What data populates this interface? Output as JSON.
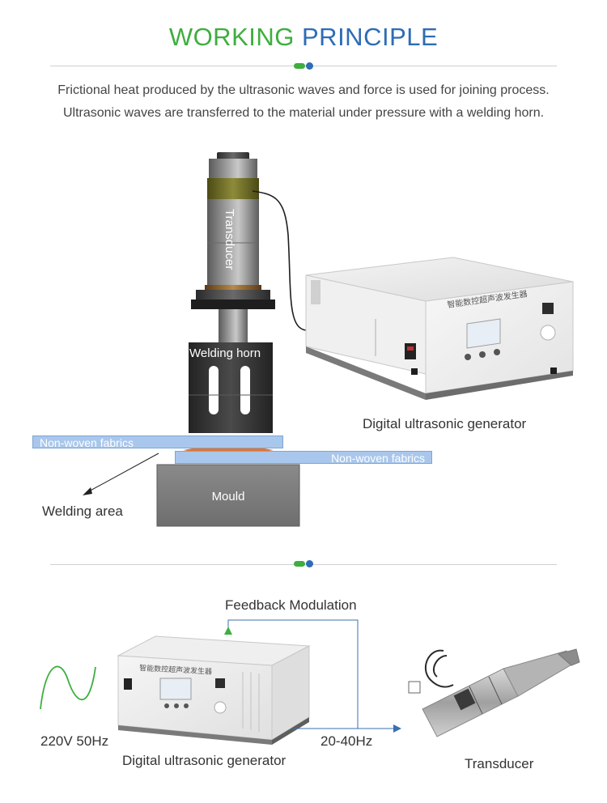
{
  "header": {
    "title_part1": "WORKING",
    "title_part2": "PRINCIPLE"
  },
  "description": {
    "line1": "Frictional heat produced by the ultrasonic waves and force is used for joining process.",
    "line2": "Ultrasonic waves are transferred to the material under pressure with a welding horn."
  },
  "diagram1": {
    "transducer_label": "Transducer",
    "horn_label": "Welding horn",
    "generator_label": "Digital ultrasonic generator",
    "generator_panel_text": "智能数控超声波发生器",
    "fabric_top_label": "Non-woven fabrics",
    "fabric_bottom_label": "Non-woven fabrics",
    "mould_label": "Mould",
    "welding_area_label": "Welding area"
  },
  "diagram2": {
    "feedback_label": "Feedback Modulation",
    "input_label": "220V 50Hz",
    "frequency_label": "20-40Hz",
    "generator_label": "Digital ultrasonic generator",
    "generator_panel_text": "智能数控超声波发生器",
    "transducer_label": "Transducer"
  },
  "colors": {
    "title_green": "#3fae3f",
    "title_blue": "#2d6db5",
    "flow_line_blue": "#3a6fb0",
    "feedback_arrow_green": "#3fae3f",
    "fabric_blue": "#a9c7ec",
    "weld_orange": "#e8732a"
  }
}
